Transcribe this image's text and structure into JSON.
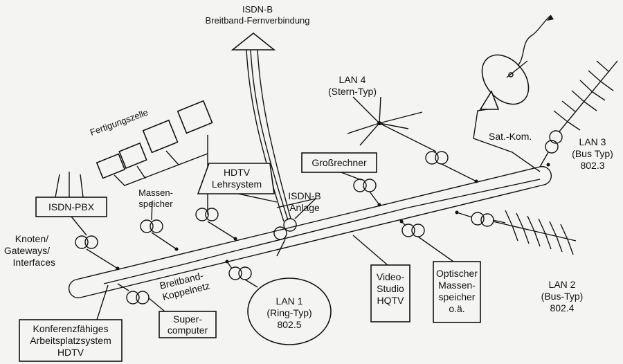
{
  "labels": {
    "isdn_remote_1": "ISDN-B",
    "isdn_remote_2": "Breitband-Fernverbindung",
    "fertigungszelle": "Fertigungszelle",
    "lan4_1": "LAN 4",
    "lan4_2": "(Stern-Typ)",
    "satkom": "Sat.-Kom.",
    "lan3_1": "LAN 3",
    "lan3_2": "(Bus Typ)",
    "lan3_3": "802.3",
    "grossrechner": "Großrechner",
    "hdtv_lehr_1": "HDTV",
    "hdtv_lehr_2": "Lehrsystem",
    "isdn_anlage_1": "ISDN-B",
    "isdn_anlage_2": "Anlage",
    "massenspeicher_1": "Massen-",
    "massenspeicher_2": "speicher",
    "isdn_pbx": "ISDN-PBX",
    "knoten_1": "Knoten/",
    "knoten_2": "Gateways/",
    "knoten_3": "Interfaces",
    "breitband_1": "Breitband-",
    "breitband_2": "Koppelnetz",
    "lan1_1": "LAN 1",
    "lan1_2": "(Ring-Typ)",
    "lan1_3": "802.5",
    "video_1": "Video-",
    "video_2": "Studio",
    "video_3": "HQTV",
    "optisch_1": "Optischer",
    "optisch_2": "Massen-",
    "optisch_3": "speicher",
    "optisch_4": "o.ä.",
    "lan2_1": "LAN 2",
    "lan2_2": "(Bus-Typ)",
    "lan2_3": "802.4",
    "super_1": "Super-",
    "super_2": "computer",
    "konf_1": "Konferenzfähiges",
    "konf_2": "Arbeitsplatzsystem",
    "konf_3": "HDTV"
  }
}
